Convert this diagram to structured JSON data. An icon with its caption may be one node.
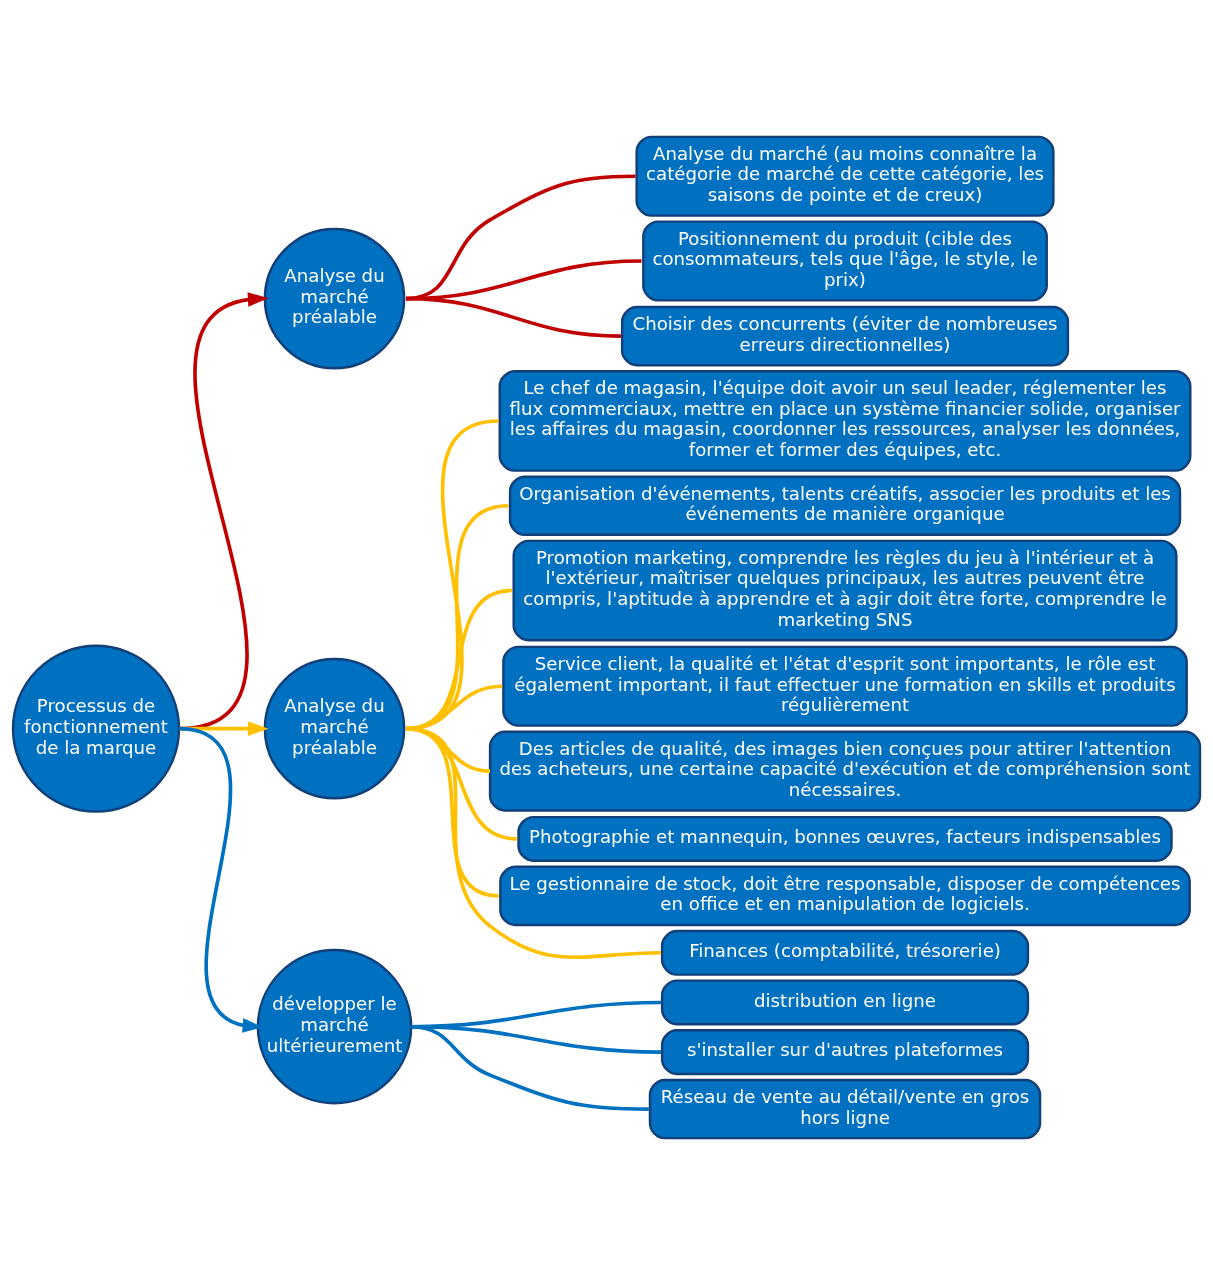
{
  "diagram": {
    "nodes": [
      {
        "text": [
          "Processus de fonctionnement de la marque"
        ]
      },
      {
        "text": [
          "Analyse du marché préalable"
        ]
      },
      {
        "text": [
          "Analyse du marché (au moins connaître la catégorie de marché de cette catégorie, les saisons de pointe et de creux)"
        ]
      },
      {
        "text": [
          "Positionnement du produit (cible des consommateurs, tels que l'âge, le style, le prix)"
        ]
      },
      {
        "text": [
          "Choisir des concurrents (éviter de nombreuses erreurs directionnelles)"
        ]
      },
      {
        "text": [
          "Analyse du marché préalable"
        ]
      },
      {
        "text": [
          "Le chef de magasin, l'équipe doit avoir un seul leader, réglementer les flux commerciaux, mettre en place un système financier solide, organiser les affaires du magasin, coordonner les ressources, analyser les données, former et former des équipes, etc."
        ]
      },
      {
        "text": [
          "Organisation d'événements, talents créatifs, associer les produits et les événements de manière organique"
        ]
      },
      {
        "text": [
          "Promotion marketing, comprendre les règles du jeu à l'intérieur et à l'extérieur, maîtriser quelques principaux, les autres peuvent être compris, l'aptitude à apprendre et à agir doit être forte, comprendre le marketing SNS"
        ]
      },
      {
        "text": [
          "Service client, la qualité et l'état d'esprit sont importants, le rôle est également important, il faut effectuer une formation en skills et produits régulièrement"
        ]
      },
      {
        "text": [
          "Des articles de qualité, des images bien conçues pour attirer l'attention des acheteurs, une certaine capacité d'exécution et de compréhension sont nécessaires."
        ]
      },
      {
        "text": [
          "Photographie et mannequin, bonnes œuvres, facteurs indispensables"
        ]
      },
      {
        "text": [
          "Le gestionnaire de stock, doit être responsable, disposer de compétences en office et en manipulation de logiciels."
        ]
      },
      {
        "text": [
          "Finances (comptabilité, trésorerie)"
        ]
      },
      {
        "text": [
          "développer le marché ultérieurement"
        ]
      },
      {
        "text": [
          "distribution en ligne"
        ]
      },
      {
        "text": [
          "s'installer sur d'autres plateformes"
        ]
      },
      {
        "text": [
          "Réseau de vente au détail/vente en gros hors ligne"
        ]
      }
    ],
    "edges": [
      {
        "from": 0,
        "to": 1,
        "arrow": "to",
        "color": "#c00000"
      },
      {
        "from": 1,
        "to": 2,
        "arrow": "none",
        "color": "#c00000"
      },
      {
        "from": 1,
        "to": 3,
        "arrow": "none",
        "color": "#c00000"
      },
      {
        "from": 1,
        "to": 4,
        "arrow": "none",
        "color": "#c00000"
      },
      {
        "from": 0,
        "to": 5,
        "arrow": "to",
        "color": "#ffc000"
      },
      {
        "from": 5,
        "to": 6,
        "arrow": "none",
        "color": "#ffc000"
      },
      {
        "from": 5,
        "to": 7,
        "arrow": "none",
        "color": "#ffc000"
      },
      {
        "from": 5,
        "to": 8,
        "arrow": "none",
        "color": "#ffc000"
      },
      {
        "from": 5,
        "to": 9,
        "arrow": "none",
        "color": "#ffc000"
      },
      {
        "from": 5,
        "to": 10,
        "arrow": "none",
        "color": "#ffc000"
      },
      {
        "from": 5,
        "to": 11,
        "arrow": "none",
        "color": "#ffc000"
      },
      {
        "from": 5,
        "to": 12,
        "arrow": "none",
        "color": "#ffc000"
      },
      {
        "from": 5,
        "to": 13,
        "arrow": "none",
        "color": "#ffc000"
      },
      {
        "from": 0,
        "to": 14,
        "arrow": "to",
        "color": "#0070c0"
      },
      {
        "from": 14,
        "to": 15,
        "arrow": "none",
        "color": "#0070c0"
      },
      {
        "from": 14,
        "to": 16,
        "arrow": "none",
        "color": "#0070c0"
      },
      {
        "from": 14,
        "to": 17,
        "arrow": "none",
        "color": "#0070c0"
      }
    ]
  }
}
